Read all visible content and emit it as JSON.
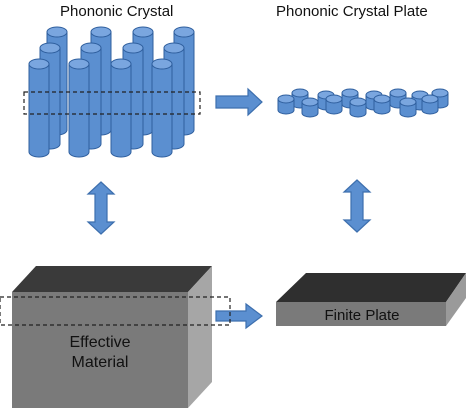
{
  "labels": {
    "phononic_crystal": "Phononic Crystal",
    "phononic_crystal_plate": "Phononic Crystal  Plate",
    "effective_material_line1": "Effective",
    "effective_material_line2": "Material",
    "finite_plate": "Finite Plate"
  },
  "colors": {
    "cylinder_fill": "#5b8fd0",
    "cylinder_top": "#7aa6df",
    "cylinder_stroke": "#2f5f9e",
    "arrow_fill": "#5b8fd0",
    "arrow_stroke": "#3d6fae",
    "block_front": "#7a7a7a",
    "block_top": "#3a3a3a",
    "block_side": "#a6a6a6",
    "plate_front": "#7a7a7a",
    "plate_top": "#2f2f2f",
    "dashed_box": "#222222"
  }
}
